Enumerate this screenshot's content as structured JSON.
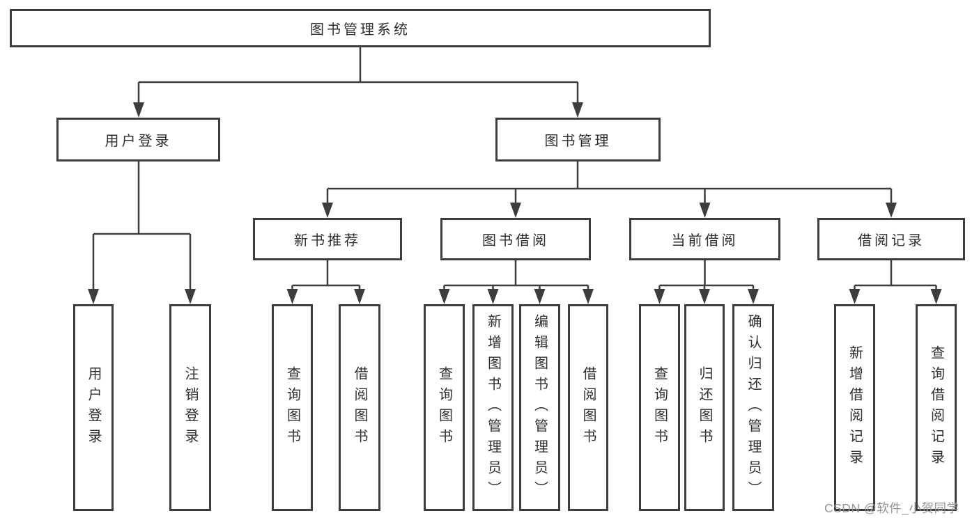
{
  "diagram_title": "图书管理系统",
  "nodes": {
    "root": "图书管理系统",
    "user_login": "用户登录",
    "book_management": "图书管理",
    "new_book_recommend": "新书推荐",
    "book_borrow": "图书借阅",
    "current_borrow": "当前借阅",
    "borrow_records": "借阅记录",
    "ul_user_login": "用户登录",
    "ul_logout": "注销登录",
    "nb_query_books": "查询图书",
    "nb_borrow_books": "借阅图书",
    "bb_query_books": "查询图书",
    "bb_add_books_admin": "新增图书（管理员）",
    "bb_edit_books_admin": "编辑图书（管理员）",
    "bb_borrow_books": "借阅图书",
    "cb_query_books": "查询图书",
    "cb_return_books": "归还图书",
    "cb_confirm_return_admin": "确认归还（管理员）",
    "br_add_record": "新增借阅记录",
    "br_query_record": "查询借阅记录"
  },
  "watermark": "CSDN @软件_小贺同学",
  "colors": {
    "line": "#3d3d3d",
    "box_border": "#3d3d3d",
    "text": "#2f2f2f",
    "watermark": "#949494",
    "background": "#ffffff"
  }
}
